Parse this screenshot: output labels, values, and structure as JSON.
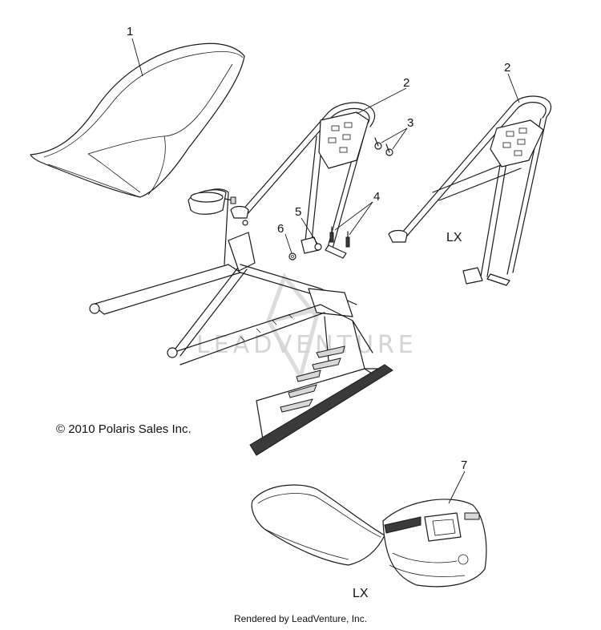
{
  "watermark": "LEADVENTURE",
  "copyright": "© 2010 Polaris Sales Inc.",
  "footer": "Rendered by LeadVenture, Inc.",
  "variant_labels": {
    "rear_rack": "LX",
    "bottom_assembly": "LX"
  },
  "callouts": {
    "seat": "1",
    "rack": "2",
    "rack_lx": "2",
    "bolts": "3",
    "screws": "4",
    "nut_5": "5",
    "nut_6": "6",
    "seat_lx": "7"
  }
}
